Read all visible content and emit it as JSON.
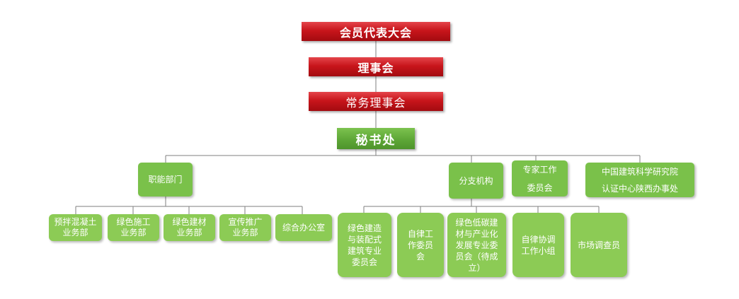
{
  "top": {
    "congress": "会员代表大会",
    "council": "理事会",
    "standing_council": "常务理事会",
    "secretariat": "秘书处"
  },
  "level2": {
    "functional_depts": "职能部门",
    "branches": "分支机构",
    "expert_committee": "专家工作\n委员会",
    "cabr_office": "中国建筑科学研究院\n认证中心陕西办事处"
  },
  "functional_children": [
    "预拌混凝土\n业务部",
    "绿色施工\n业务部",
    "绿色建材\n业务部",
    "宣传推广\n业务部",
    "综合办公室"
  ],
  "branch_children": [
    "绿色建造\n与装配式\n建筑专业\n委员会",
    "自律工\n作委员\n会",
    "绿色低碳建\n材与产业化\n发展专业委\n员会（待成\n立）",
    "自律协调\n工作小组",
    "市场调查员"
  ]
}
